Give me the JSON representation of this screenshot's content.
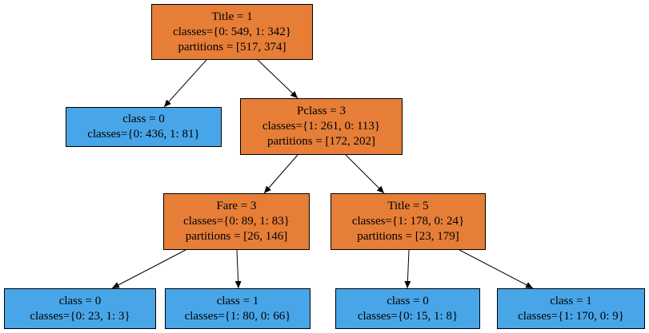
{
  "colors": {
    "internal_fill": "#e67e38",
    "leaf_fill": "#48a6e8",
    "edge": "#000000"
  },
  "tree": {
    "root": {
      "lines": [
        "Title = 1",
        "classes={0: 549, 1: 342}",
        "partitions = [517, 374]"
      ],
      "kind": "internal"
    },
    "leaf_root_left": {
      "lines": [
        "class = 0",
        "classes={0: 436, 1: 81}"
      ],
      "kind": "leaf"
    },
    "pclass": {
      "lines": [
        "Pclass = 3",
        "classes={1: 261, 0: 113}",
        "partitions = [172, 202]"
      ],
      "kind": "internal"
    },
    "fare": {
      "lines": [
        "Fare = 3",
        "classes={0: 89, 1: 83}",
        "partitions = [26, 146]"
      ],
      "kind": "internal"
    },
    "title5": {
      "lines": [
        "Title = 5",
        "classes={1: 178, 0: 24}",
        "partitions = [23, 179]"
      ],
      "kind": "internal"
    },
    "leaf_fare_left": {
      "lines": [
        "class = 0",
        "classes={0: 23, 1: 3}"
      ],
      "kind": "leaf"
    },
    "leaf_fare_right": {
      "lines": [
        "class = 1",
        "classes={1: 80, 0: 66}"
      ],
      "kind": "leaf"
    },
    "leaf_title5_left": {
      "lines": [
        "class = 0",
        "classes={0: 15, 1: 8}"
      ],
      "kind": "leaf"
    },
    "leaf_title5_right": {
      "lines": [
        "class = 1",
        "classes={1: 170, 0: 9}"
      ],
      "kind": "leaf"
    }
  },
  "edges": [
    [
      "root",
      "leaf_root_left"
    ],
    [
      "root",
      "pclass"
    ],
    [
      "pclass",
      "fare"
    ],
    [
      "pclass",
      "title5"
    ],
    [
      "fare",
      "leaf_fare_left"
    ],
    [
      "fare",
      "leaf_fare_right"
    ],
    [
      "title5",
      "leaf_title5_left"
    ],
    [
      "title5",
      "leaf_title5_right"
    ]
  ]
}
